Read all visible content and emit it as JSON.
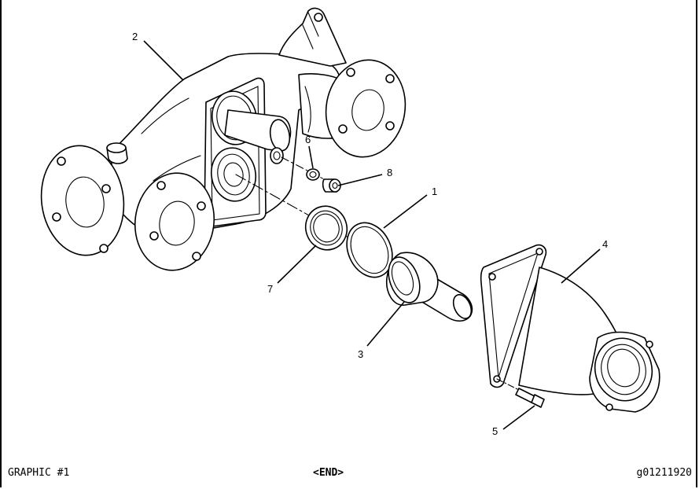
{
  "diagram": {
    "callouts": [
      {
        "id": "c1",
        "label": "1"
      },
      {
        "id": "c2",
        "label": "2"
      },
      {
        "id": "c3",
        "label": "3"
      },
      {
        "id": "c4",
        "label": "4"
      },
      {
        "id": "c5",
        "label": "5"
      },
      {
        "id": "c6",
        "label": "6"
      },
      {
        "id": "c7",
        "label": "7"
      },
      {
        "id": "c8",
        "label": "8"
      }
    ]
  },
  "footer": {
    "left": "GRAPHIC #1",
    "center": "<END>",
    "right": "g01211920"
  }
}
